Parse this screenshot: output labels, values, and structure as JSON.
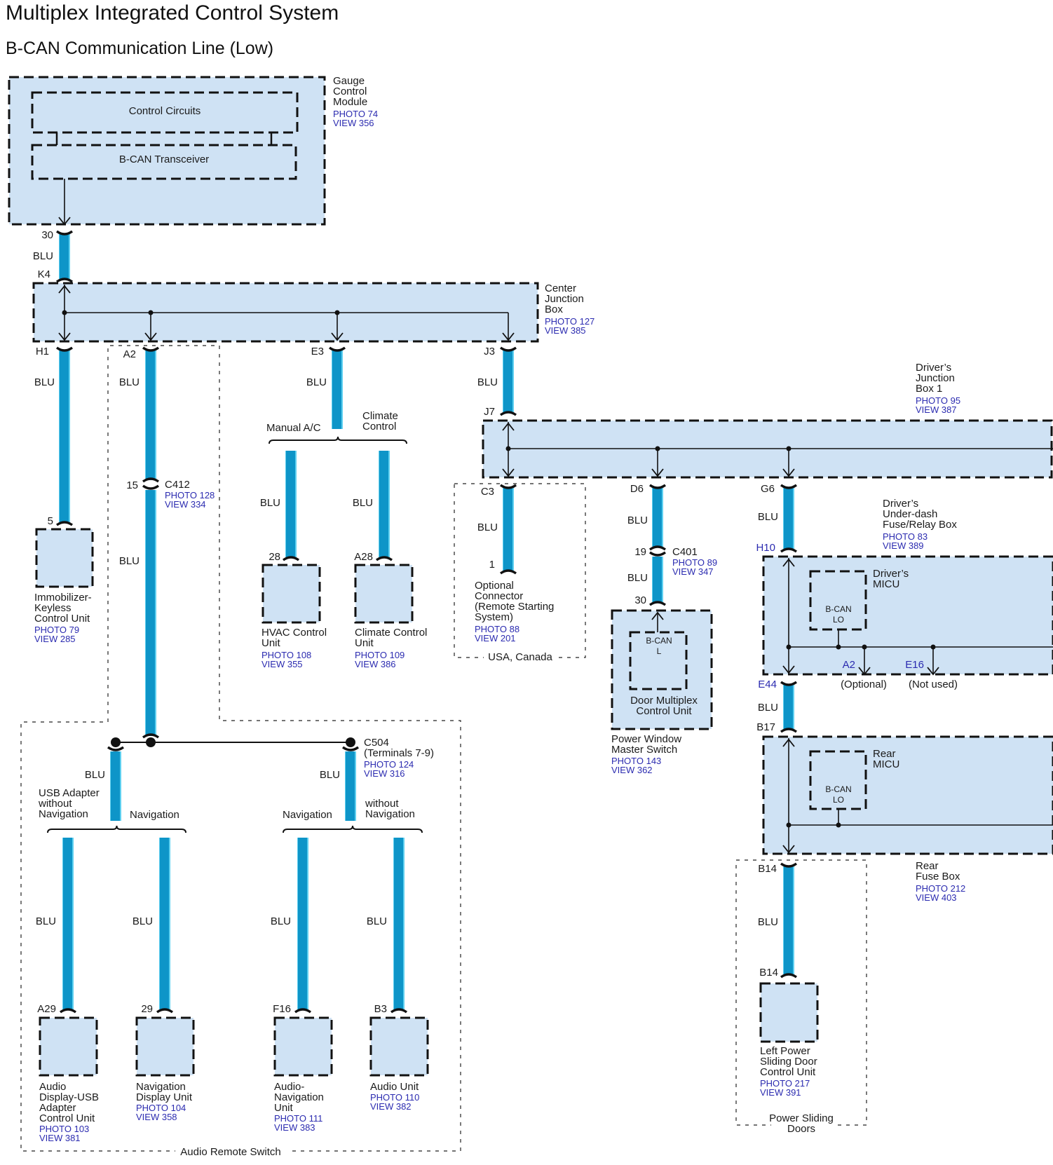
{
  "header": {
    "title": "Multiplex Integrated Control System",
    "subtitle": "B-CAN Communication Line (Low)"
  },
  "colors": {
    "wire": "#0e95c8",
    "wire_edge": "#5fd0f0",
    "box_fill": "#cfe2f4",
    "ref_text": "#2b2bb0",
    "line": "#111111"
  },
  "wire_color_label": "BLU",
  "components": {
    "gauge": {
      "name": [
        "Gauge",
        "Control",
        "Module"
      ],
      "photo": "PHOTO 74",
      "view": "VIEW 356",
      "control_circuits": "Control Circuits",
      "transceiver": "B-CAN Transceiver"
    },
    "cjb": {
      "name": [
        "Center",
        "Junction",
        "Box"
      ],
      "photo": "PHOTO 127",
      "view": "VIEW 385"
    },
    "immobilizer": {
      "name": [
        "Immobilizer-",
        "Keyless",
        "Control Unit"
      ],
      "photo": "PHOTO 79",
      "view": "VIEW 285"
    },
    "c412": {
      "name": "C412",
      "photo": "PHOTO 128",
      "view": "VIEW 334"
    },
    "hvac": {
      "name": [
        "HVAC Control",
        "Unit"
      ],
      "photo": "PHOTO 108",
      "view": "VIEW 355"
    },
    "climate": {
      "name": [
        "Climate Control",
        "Unit"
      ],
      "photo": "PHOTO 109",
      "view": "VIEW 386"
    },
    "djb": {
      "name": [
        "Driver’s",
        "Junction",
        "Box 1"
      ],
      "photo": "PHOTO 95",
      "view": "VIEW 387"
    },
    "optional_conn": {
      "name": [
        "Optional",
        "Connector",
        "(Remote Starting",
        "System)"
      ],
      "photo": "PHOTO 88",
      "view": "VIEW 201"
    },
    "c401": {
      "name": "C401",
      "photo": "PHOTO 89",
      "view": "VIEW 347"
    },
    "door_mux": {
      "inner": [
        "B-CAN",
        "L"
      ],
      "name": [
        "Door Multiplex",
        "Control Unit"
      ]
    },
    "pw_master": {
      "name": [
        "Power Window",
        "Master Switch"
      ],
      "photo": "PHOTO 143",
      "view": "VIEW 362"
    },
    "underdash": {
      "name": [
        "Driver’s",
        "Under-dash",
        "Fuse/Relay Box"
      ],
      "photo": "PHOTO 83",
      "view": "VIEW 389"
    },
    "driver_micu": {
      "name": [
        "Driver’s",
        "MICU"
      ],
      "inner": [
        "B-CAN",
        "LO"
      ]
    },
    "rear_micu": {
      "name": [
        "Rear",
        "MICU"
      ],
      "inner": [
        "B-CAN",
        "LO"
      ]
    },
    "rear_fuse": {
      "name": [
        "Rear",
        "Fuse Box"
      ],
      "photo": "PHOTO 212",
      "view": "VIEW 403"
    },
    "left_psd": {
      "name": [
        "Left Power",
        "Sliding Door",
        "Control Unit"
      ],
      "photo": "PHOTO 217",
      "view": "VIEW 391"
    },
    "c504": {
      "name": [
        "C504",
        "(Terminals 7-9)"
      ],
      "photo": "PHOTO 124",
      "view": "VIEW 316"
    },
    "audio_usb": {
      "name": [
        "Audio",
        "Display-USB",
        "Adapter",
        "Control Unit"
      ],
      "photo": "PHOTO 103",
      "view": "VIEW 381"
    },
    "nav_display": {
      "name": [
        "Navigation",
        "Display Unit"
      ],
      "photo": "PHOTO 104",
      "view": "VIEW 358"
    },
    "audio_nav": {
      "name": [
        "Audio-",
        "Navigation",
        "Unit"
      ],
      "photo": "PHOTO 111",
      "view": "VIEW 383"
    },
    "audio_unit": {
      "name": [
        "Audio Unit"
      ],
      "photo": "PHOTO 110",
      "view": "VIEW 382"
    }
  },
  "pins": {
    "gauge_30": "30",
    "cjb_k4": "K4",
    "cjb_h1": "H1",
    "cjb_a2": "A2",
    "cjb_e3": "E3",
    "cjb_j3": "J3",
    "djb_j7": "J7",
    "djb_c3": "C3",
    "djb_d6": "D6",
    "djb_g6": "G6",
    "immob_5": "5",
    "c412_15": "15",
    "hvac_28": "28",
    "climate_a28": "A28",
    "opt_1": "1",
    "c401_19": "19",
    "pw_30": "30",
    "ud_h10": "H10",
    "ud_a2": "A2",
    "ud_e16": "E16",
    "ud_e44": "E44",
    "rf_b17": "B17",
    "rf_b14": "B14",
    "psd_b14": "B14",
    "usb_a29": "A29",
    "navdisp_29": "29",
    "audionav_f16": "F16",
    "audio_b3": "B3"
  },
  "options": {
    "manual_ac": "Manual A/C",
    "climate_control": [
      "Climate",
      "Control"
    ],
    "usb_without_nav": [
      "USB Adapter",
      "without",
      "Navigation"
    ],
    "navigation": "Navigation",
    "without_nav": [
      "without",
      "Navigation"
    ],
    "optional": "(Optional)",
    "not_used": "(Not used)"
  },
  "regions": {
    "usa_canada": "USA, Canada",
    "audio_remote_switch": "Audio Remote Switch",
    "power_sliding_doors": [
      "Power Sliding",
      "Doors"
    ]
  }
}
